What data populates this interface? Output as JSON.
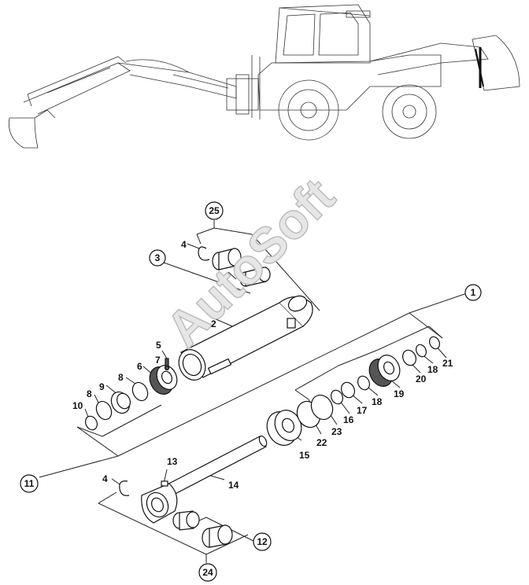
{
  "watermark": "AutoSoft",
  "callouts": {
    "c1": "1",
    "c2": "2",
    "c3": "3",
    "c4a": "4",
    "c4b": "4",
    "c5": "5",
    "c6": "6",
    "c7": "7",
    "c8a": "8",
    "c8b": "8",
    "c9": "9",
    "c10": "10",
    "c11": "11",
    "c12": "12",
    "c13": "13",
    "c14": "14",
    "c15": "15",
    "c16": "16",
    "c17": "17",
    "c18a": "18",
    "c18b": "18",
    "c19": "19",
    "c20": "20",
    "c21": "21",
    "c22": "22",
    "c23": "23",
    "c24": "24",
    "c25": "25"
  }
}
